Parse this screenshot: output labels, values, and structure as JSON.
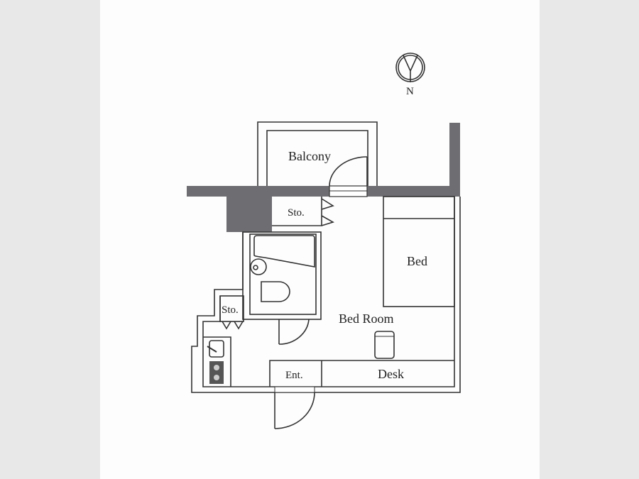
{
  "compass": {
    "label": "N"
  },
  "rooms": {
    "balcony": "Balcony",
    "storage_top": "Sto.",
    "bed": "Bed",
    "storage_small": "Sto.",
    "bedroom": "Bed Room",
    "entrance": "Ent.",
    "desk": "Desk"
  },
  "colors": {
    "wall": "#6e6e72",
    "line": "#333333",
    "paper": "#fdfdfd",
    "margin": "#e8e8e8"
  }
}
